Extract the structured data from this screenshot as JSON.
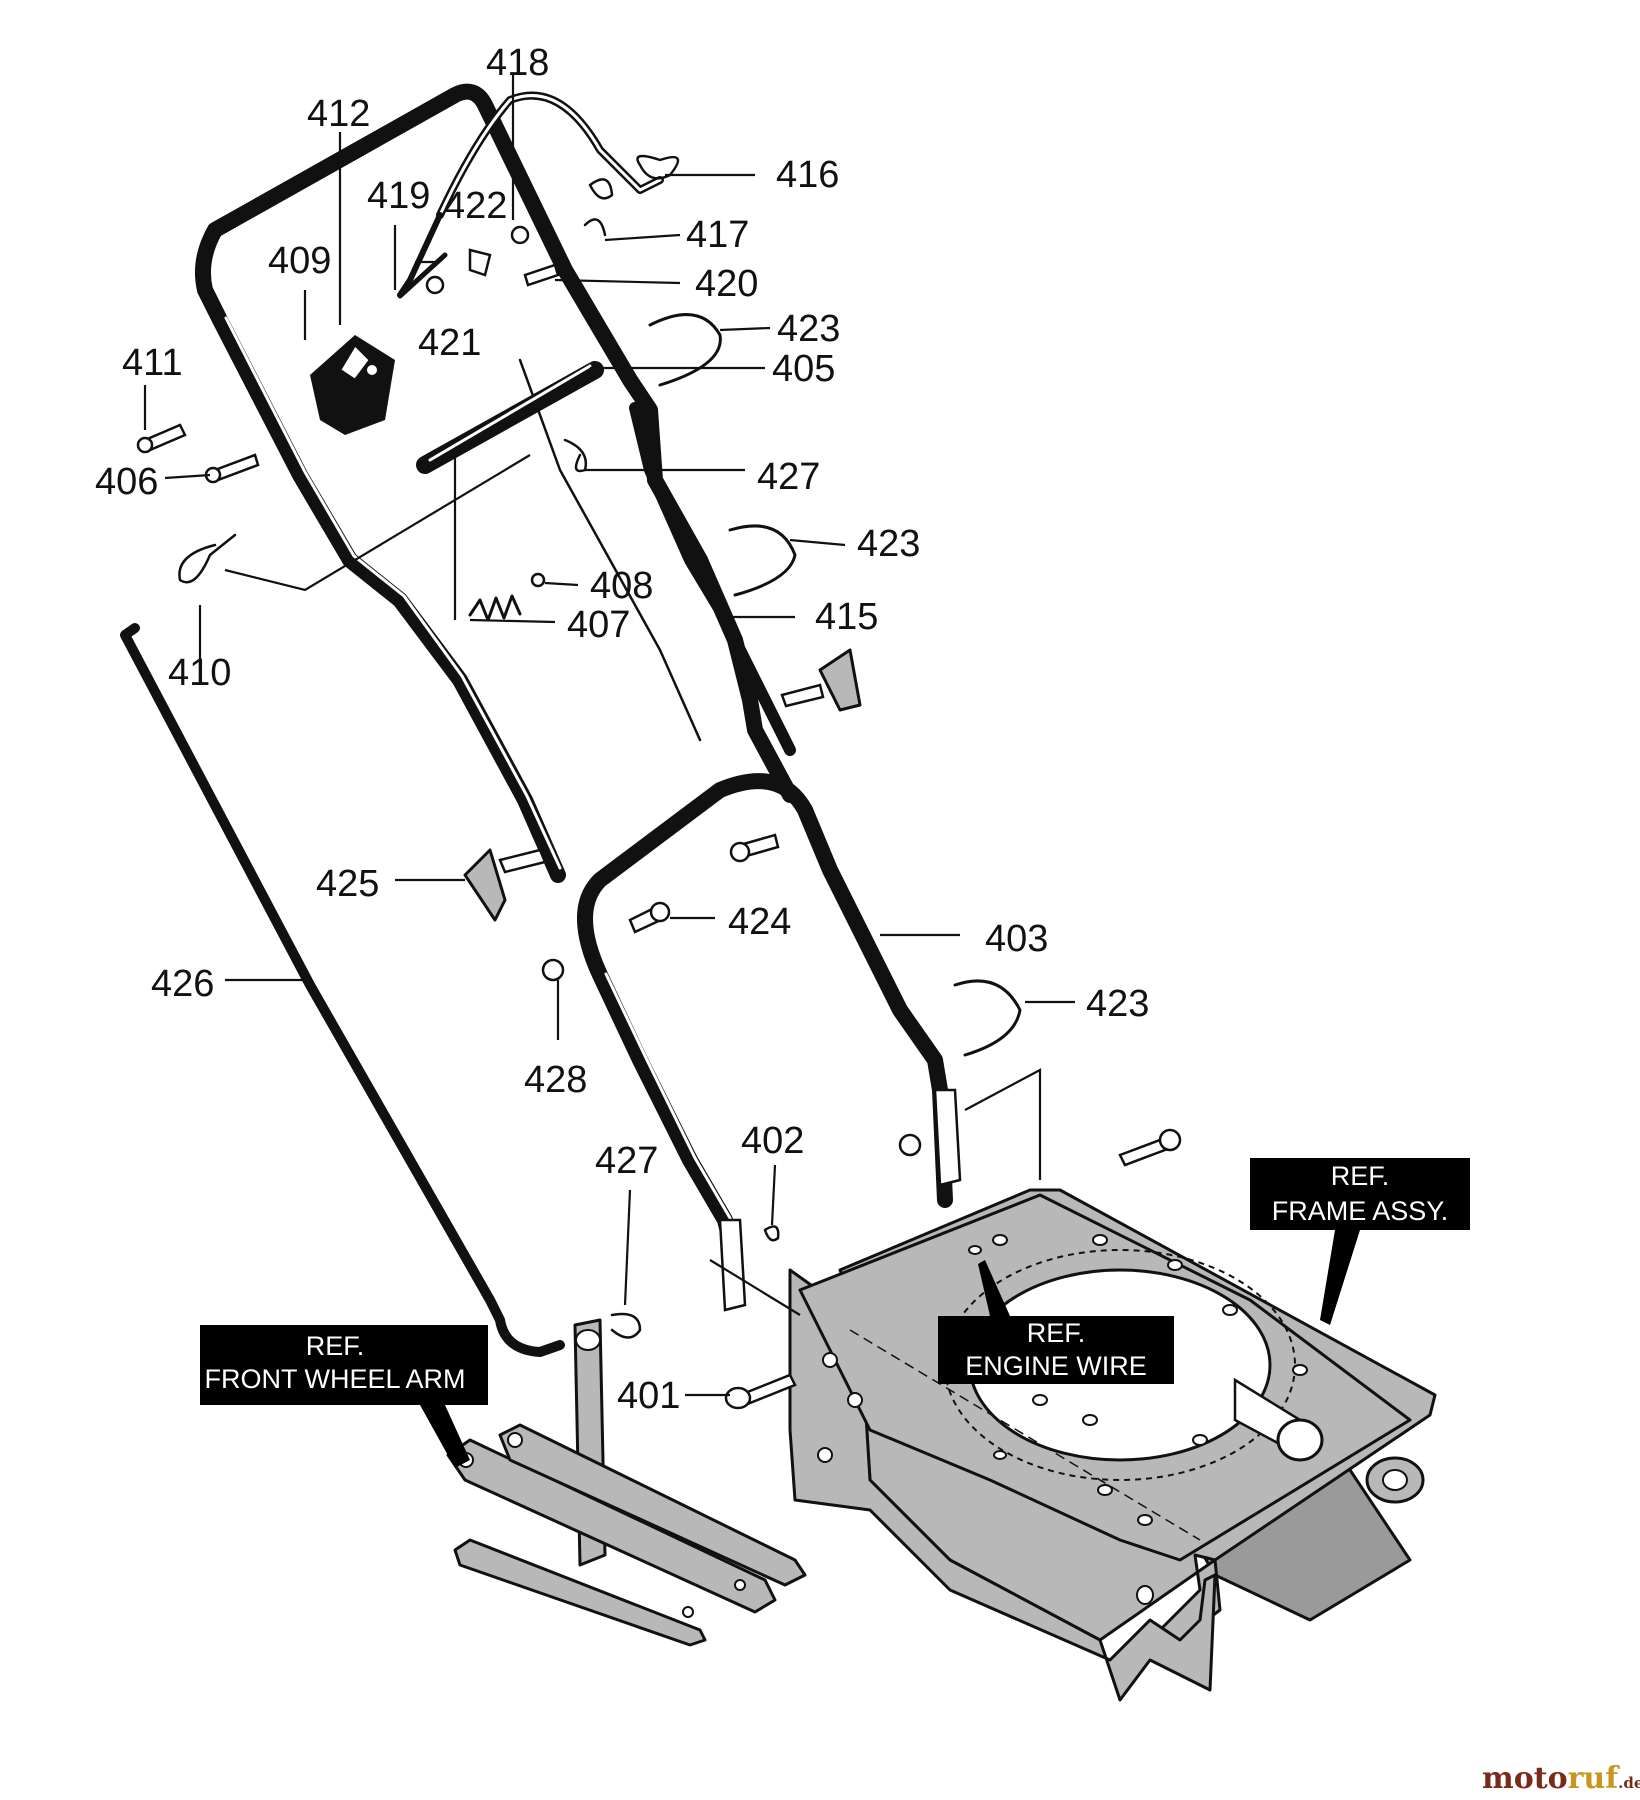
{
  "labels": {
    "l401": "401",
    "l402": "402",
    "l403": "403",
    "l405": "405",
    "l406": "406",
    "l407": "407",
    "l408": "408",
    "l409": "409",
    "l410": "410",
    "l411": "411",
    "l412": "412",
    "l415": "415",
    "l416": "416",
    "l417": "417",
    "l418": "418",
    "l419": "419",
    "l420": "420",
    "l421": "421",
    "l422": "422",
    "l423a": "423",
    "l423b": "423",
    "l423c": "423",
    "l424": "424",
    "l425": "425",
    "l426": "426",
    "l427a": "427",
    "l427b": "427",
    "l428": "428"
  },
  "refs": {
    "frame": {
      "line1": "REF.",
      "line2": "FRAME ASSY."
    },
    "engine": {
      "line1": "REF.",
      "line2": "ENGINE WIRE"
    },
    "wheel": {
      "line1": "REF.",
      "line2": "FRONT WHEEL ARM"
    }
  },
  "watermark": {
    "part1": "moto",
    "part2": "ruf",
    "part3": ".de"
  },
  "colors": {
    "ink": "#111111",
    "metal": "#b8b8b8",
    "refbox": "#000000"
  }
}
